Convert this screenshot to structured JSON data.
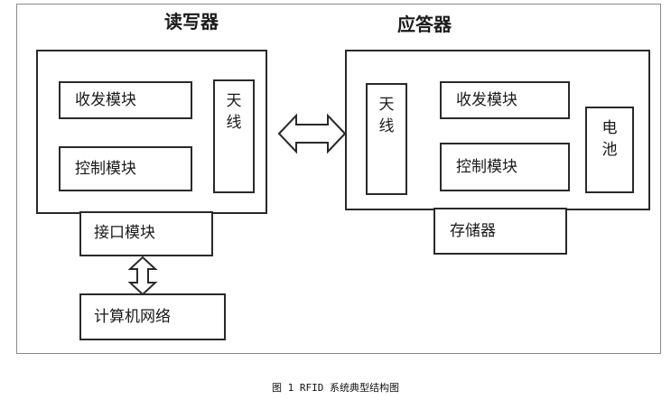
{
  "reader": {
    "title": "读写器",
    "transceiver": "收发模块",
    "control": "控制模块",
    "antenna": "天\n线",
    "interface": "接口模块"
  },
  "responder": {
    "title": "应答器",
    "antenna": "天\n线",
    "transceiver": "收发模块",
    "control": "控制模块",
    "battery": "电\n池",
    "storage": "存储器"
  },
  "network": "计算机网络",
  "caption": "图 1 RFID 系统典型结构图"
}
